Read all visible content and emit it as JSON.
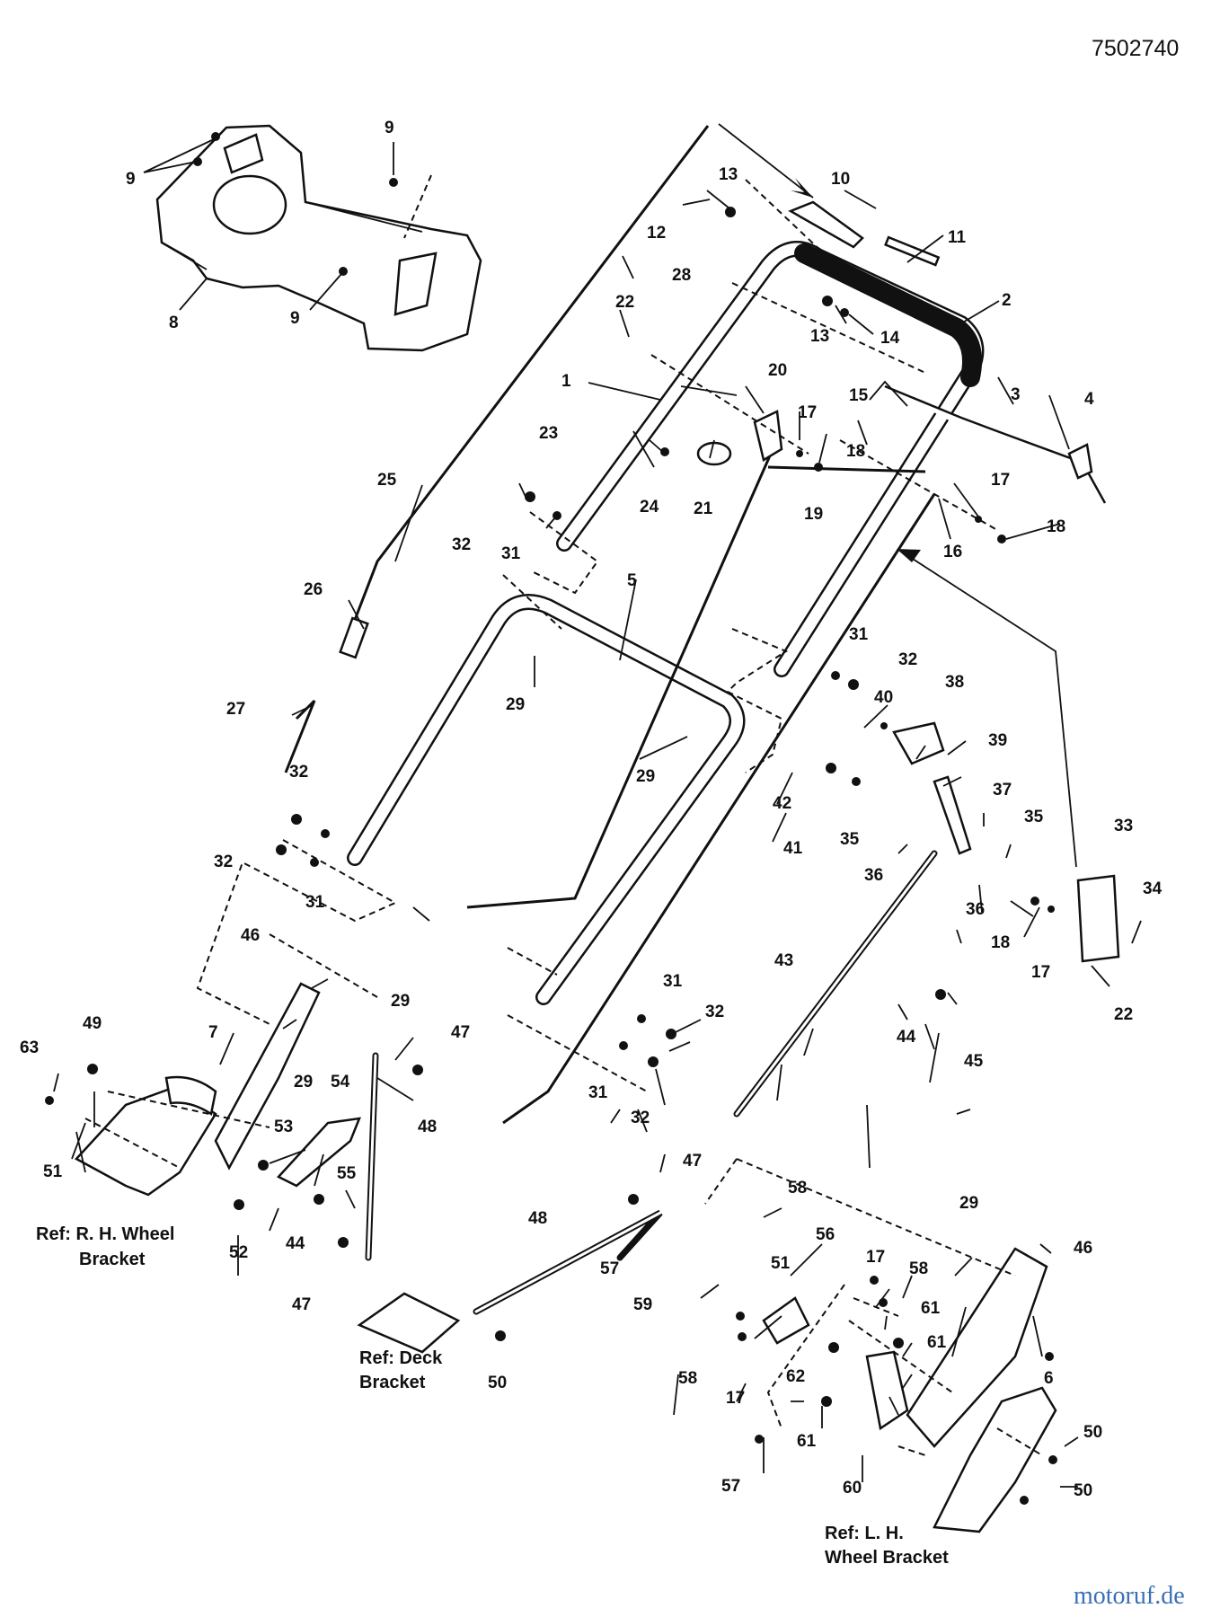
{
  "document_number": "7502740",
  "callouts": [
    "1",
    "2",
    "3",
    "4",
    "5",
    "6",
    "7",
    "8",
    "9",
    "10",
    "11",
    "12",
    "13",
    "14",
    "15",
    "16",
    "17",
    "18",
    "19",
    "20",
    "21",
    "22",
    "23",
    "24",
    "25",
    "26",
    "27",
    "28",
    "29",
    "31",
    "32",
    "33",
    "34",
    "35",
    "36",
    "37",
    "38",
    "39",
    "40",
    "41",
    "42",
    "43",
    "44",
    "45",
    "46",
    "47",
    "48",
    "49",
    "50",
    "51",
    "52",
    "53",
    "54",
    "55",
    "56",
    "57",
    "58",
    "59",
    "60",
    "61",
    "62",
    "63"
  ],
  "references": {
    "rh_wheel_bracket": [
      "Ref: R. H. Wheel",
      "Bracket"
    ],
    "deck_bracket": [
      "Ref: Deck",
      "Bracket"
    ],
    "lh_wheel_bracket": [
      "Ref: L. H.",
      "Wheel Bracket"
    ]
  },
  "watermark": "motoruf.de"
}
